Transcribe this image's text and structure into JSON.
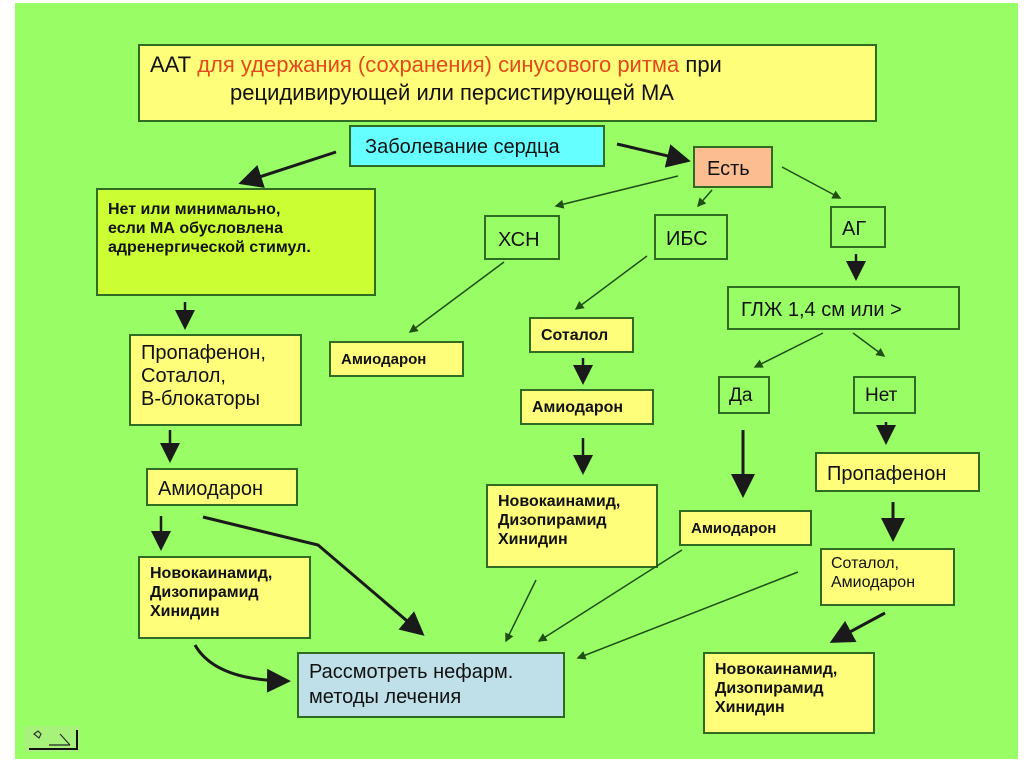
{
  "title": {
    "part1": "ААТ ",
    "part2_highlight": "для удержания (сохранения) синусового ритма",
    "part3": " при",
    "line2": "рецидивирующей или персистирующей МА",
    "highlight_color": "#e3491c"
  },
  "nodes": {
    "heart_disease": "Заболевание сердца",
    "present": "Есть",
    "none_minimal": "Нет или минимально,\nесли МА обусловлена\nадренергической стимул.",
    "hsn": "ХСН",
    "ibs": "ИБС",
    "ag": "АГ",
    "glzh": "ГЛЖ 1,4 см или >",
    "left_drugs": "Пропафенон,\nСоталол,\nВ-блокаторы",
    "left_amiodarone": "Амиодарон",
    "left_class1": "Новокаинамид,\nДизопирамид\nХинидин",
    "hsn_amiodarone": "Амиодарон",
    "ibs_sotalol": "Соталол",
    "ibs_amiodarone": "Амиодарон",
    "ibs_class1": "Новокаинамид,\nДизопирамид\nХинидин",
    "yes": "Да",
    "no": "Нет",
    "yes_amiodarone": "Амиодарон",
    "no_propafenone": "Пропафенон",
    "no_sotalol_amiodarone": "Соталол,\nАмиодарон",
    "no_class1": "Новокаинамид,\nДизопирамид\nХинидин",
    "nonpharm": "Рассмотреть нефарм.\nметоды лечения"
  },
  "colors": {
    "background": "#99fd66",
    "yellow_box": "#fefe7a",
    "lime_box": "#ccff33",
    "cyan_box": "#66ffff",
    "peach_box": "#fcbe91",
    "light_blue_box": "#bfe0e8"
  },
  "footer": {
    "icon": "slide-nav-icon"
  }
}
